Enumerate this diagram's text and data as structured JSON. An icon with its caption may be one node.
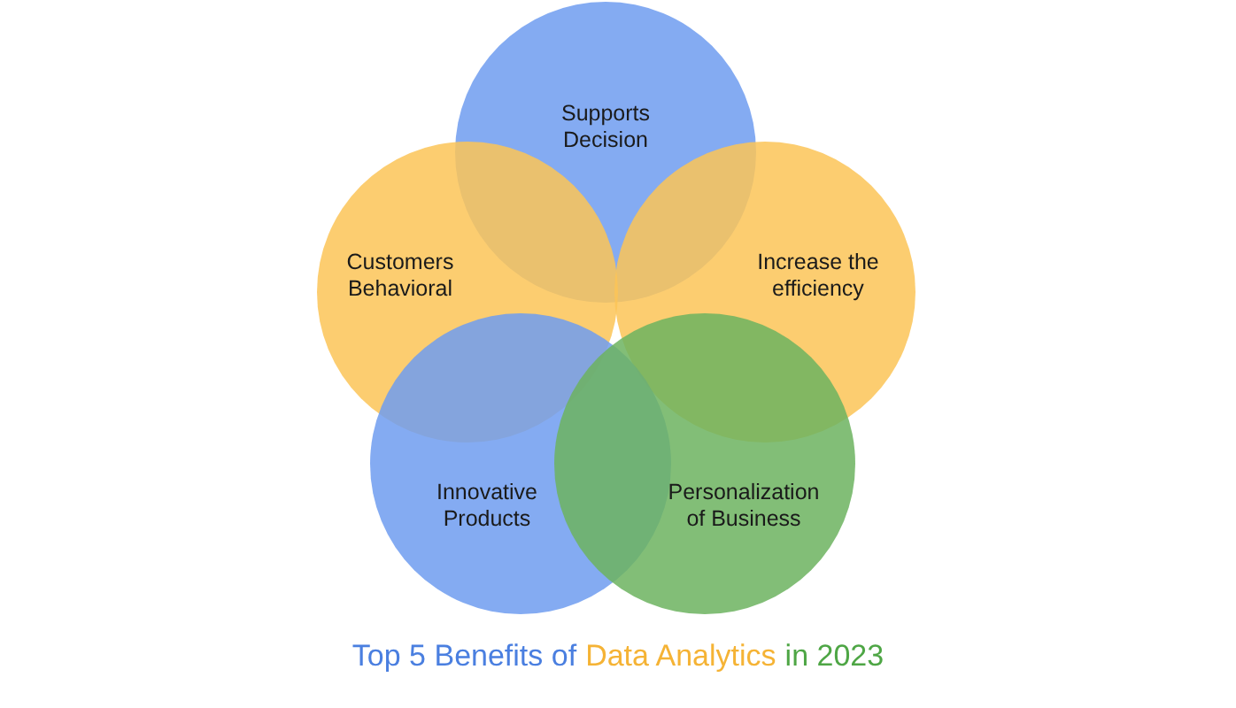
{
  "diagram": {
    "nodes": [
      {
        "text": [
          "Supports Decision"
        ]
      },
      {
        "text": [
          "Customers Behavioral"
        ]
      },
      {
        "text": [
          "Increase the efficiency"
        ]
      },
      {
        "text": [
          "Innovative Products"
        ]
      },
      {
        "text": [
          "Personalization of Business"
        ]
      }
    ],
    "labels": [
      "Top 5 Benefits of",
      "Data Analytics",
      "in 2023"
    ]
  }
}
